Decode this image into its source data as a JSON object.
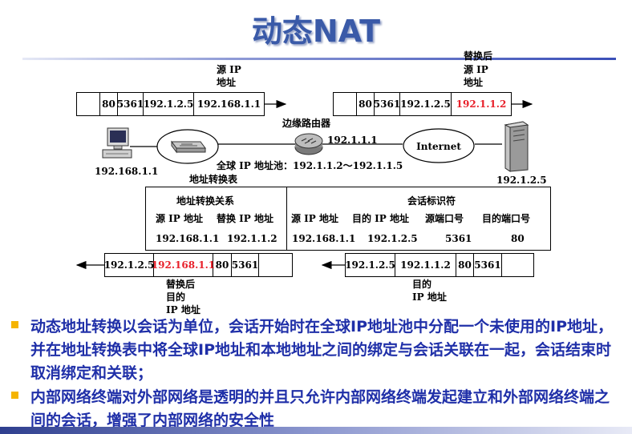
{
  "title": "动态NAT",
  "top_left": {
    "label_line1": "源 IP",
    "label_line2": "地址",
    "cells": [
      "80",
      "5361",
      "192.1.2.5",
      "192.168.1.1"
    ]
  },
  "top_right": {
    "label_line0": "替换后",
    "label_line1": "源 IP",
    "label_line2": "地址",
    "cells": [
      "80",
      "5361",
      "192.1.2.5",
      "192.1.1.2"
    ],
    "highlight_color": "#e8202a"
  },
  "network": {
    "host_ip": "192.168.1.1",
    "router_label": "边缘路由器",
    "router_ip": "192.1.1.1",
    "internet_label": "Internet",
    "pool_label": "全球 IP 地址池：192.1.1.2～192.1.1.5",
    "server_ip": "192.1.2.5"
  },
  "table": {
    "caption": "地址转换表",
    "left_header": "地址转换关系",
    "right_header": "会话标识符",
    "left_cols": [
      "源 IP 地址",
      "替换 IP 地址"
    ],
    "right_cols": [
      "源 IP 地址",
      "目的 IP 地址",
      "源端口号",
      "目的端口号"
    ],
    "left_row": [
      "192.168.1.1",
      "192.1.1.2"
    ],
    "right_row": [
      "192.168.1.1",
      "192.1.2.5",
      "5361",
      "80"
    ]
  },
  "bottom_left": {
    "cells": [
      "192.1.2.5",
      "192.168.1.1",
      "80",
      "5361"
    ],
    "label_line0": "替换后",
    "label_line1": "目的",
    "label_line2": "IP 地址"
  },
  "bottom_right": {
    "cells": [
      "192.1.2.5",
      "192.1.1.2",
      "80",
      "5361"
    ],
    "label_line1": "目的",
    "label_line2": "IP 地址"
  },
  "bullets": [
    "动态地址转换以会话为单位，会话开始时在全球IP地址池中分配一个未使用的IP地址，并在地址转换表中将全球IP地址和本地地址之间的绑定与会话关联在一起，会话结束时取消绑定和关联；",
    "内部网络终端对外部网络是透明的并且只允许内部网络终端发起建立和外部网络终端之间的会话，增强了内部网络的安全性"
  ],
  "colors": {
    "title": "#3a5aa8",
    "bullet_text": "#1f2fa8",
    "bullet_marker": "#f5b400",
    "red": "#e8202a"
  }
}
